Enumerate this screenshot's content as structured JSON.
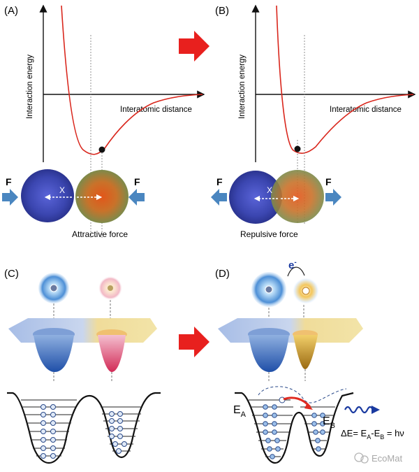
{
  "panels": {
    "a": {
      "letter": "(A)",
      "ylabel": "Interaction energy",
      "xlabel": "Interatomic distance",
      "force_caption": "Attractive force",
      "f_left": "F",
      "f_right": "F",
      "x_label": "X"
    },
    "b": {
      "letter": "(B)",
      "ylabel": "Interaction energy",
      "xlabel": "Interatomic distance",
      "force_caption": "Repulsive force",
      "f_left": "F",
      "f_right": "F",
      "x_label": "X"
    },
    "c": {
      "letter": "(C)"
    },
    "d": {
      "letter": "(D)",
      "electron": "e",
      "electron_sup": "-",
      "ea": "E",
      "ea_sub": "A",
      "eb": "E",
      "eb_sub": "B",
      "eq_delta": "ΔE= E",
      "eq_a": "A",
      "eq_minus": "-E",
      "eq_b": "B",
      "eq_tail": " = hν"
    }
  },
  "watermark": "EcoMat",
  "colors": {
    "curve": "#d9261c",
    "arrow": "#e8201e",
    "force_arrow": "#4a86c0",
    "atom_blue": "#3b49b3",
    "atom_orange": "#d95a1a",
    "well_blue": "#2a5cb0"
  }
}
